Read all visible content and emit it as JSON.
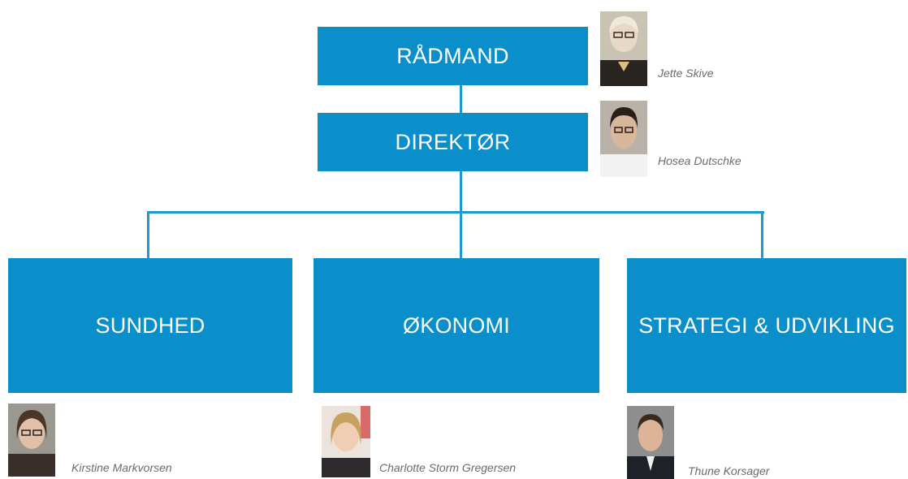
{
  "colors": {
    "box_fill": "#0a8fca",
    "connector": "#1f9ad0",
    "box_text": "#ffffff",
    "name_text": "#6b6b6b"
  },
  "top": {
    "radmand": {
      "label": "RÅDMAND",
      "person": "Jette Skive"
    },
    "direktor": {
      "label": "DIREKTØR",
      "person": "Hosea Dutschke"
    }
  },
  "departments": {
    "sundhed": {
      "label": "SUNDHED",
      "person": "Kirstine Markvorsen"
    },
    "okonomi": {
      "label": "ØKONOMI",
      "person": "Charlotte Storm Gregersen"
    },
    "strategi": {
      "label": "STRATEGI  & UDVIKLING",
      "person": "Thune Korsager"
    }
  },
  "icons": {
    "portrait": "person-portrait-icon"
  }
}
